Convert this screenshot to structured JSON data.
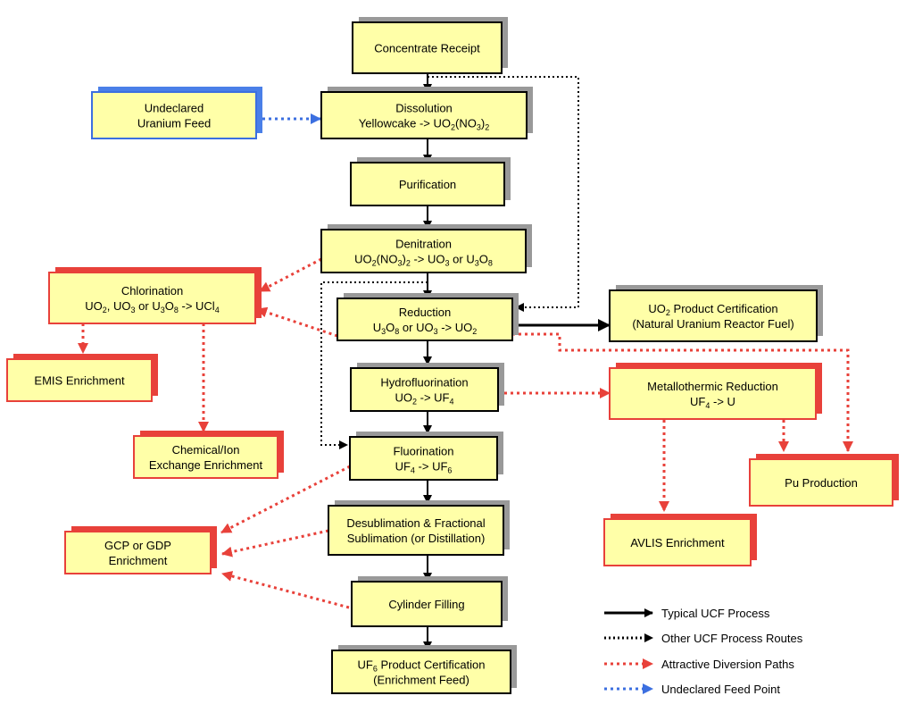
{
  "colors": {
    "box_fill": "#ffffa8",
    "box_border": "#000000",
    "shadow_gray": "#999999",
    "shadow_red": "#e8413a",
    "border_red": "#e8413a",
    "shadow_blue": "#4a7fe8",
    "border_blue": "#3c6fe0",
    "arrow_black": "#000000",
    "arrow_red": "#e8413a",
    "arrow_blue": "#3c6fe0"
  },
  "boxes": {
    "concentrate": {
      "lines": [
        [
          {
            "t": "Concentrate Receipt"
          }
        ]
      ]
    },
    "undeclared": {
      "lines": [
        [
          {
            "t": "Undeclared"
          }
        ],
        [
          {
            "t": "Uranium Feed"
          }
        ]
      ]
    },
    "dissolution": {
      "lines": [
        [
          {
            "t": "Dissolution"
          }
        ],
        [
          {
            "t": "Yellowcake ->  UO"
          },
          {
            "t": "2",
            "sub": true
          },
          {
            "t": "(NO"
          },
          {
            "t": "3",
            "sub": true
          },
          {
            "t": ")"
          },
          {
            "t": "2",
            "sub": true
          }
        ]
      ]
    },
    "purification": {
      "lines": [
        [
          {
            "t": "Purification"
          }
        ]
      ]
    },
    "denitration": {
      "lines": [
        [
          {
            "t": "Denitration"
          }
        ],
        [
          {
            "t": "UO"
          },
          {
            "t": "2",
            "sub": true
          },
          {
            "t": "(NO"
          },
          {
            "t": "3",
            "sub": true
          },
          {
            "t": ")"
          },
          {
            "t": "2",
            "sub": true
          },
          {
            "t": " ->  UO"
          },
          {
            "t": "3",
            "sub": true
          },
          {
            "t": " or U"
          },
          {
            "t": "3",
            "sub": true
          },
          {
            "t": "O"
          },
          {
            "t": "8",
            "sub": true
          }
        ]
      ]
    },
    "chlorination": {
      "lines": [
        [
          {
            "t": "Chlorination"
          }
        ],
        [
          {
            "t": "UO"
          },
          {
            "t": "2",
            "sub": true
          },
          {
            "t": ", UO"
          },
          {
            "t": "3",
            "sub": true
          },
          {
            "t": " or U"
          },
          {
            "t": "3",
            "sub": true
          },
          {
            "t": "O"
          },
          {
            "t": "8",
            "sub": true
          },
          {
            "t": " -> UCl"
          },
          {
            "t": "4",
            "sub": true
          }
        ]
      ]
    },
    "reduction": {
      "lines": [
        [
          {
            "t": "Reduction"
          }
        ],
        [
          {
            "t": "U"
          },
          {
            "t": "3",
            "sub": true
          },
          {
            "t": "O"
          },
          {
            "t": "8",
            "sub": true
          },
          {
            "t": " or UO"
          },
          {
            "t": "3",
            "sub": true
          },
          {
            "t": " -> UO"
          },
          {
            "t": "2",
            "sub": true
          }
        ]
      ]
    },
    "uo2cert": {
      "lines": [
        [
          {
            "t": "UO"
          },
          {
            "t": "2",
            "sub": true
          },
          {
            "t": " Product Certification"
          }
        ],
        [
          {
            "t": "(Natural Uranium Reactor Fuel)"
          }
        ]
      ]
    },
    "emis": {
      "lines": [
        [
          {
            "t": "EMIS Enrichment"
          }
        ]
      ]
    },
    "hydro": {
      "lines": [
        [
          {
            "t": "Hydrofluorination"
          }
        ],
        [
          {
            "t": "UO"
          },
          {
            "t": "2",
            "sub": true
          },
          {
            "t": " -> UF"
          },
          {
            "t": "4",
            "sub": true
          }
        ]
      ]
    },
    "metallo": {
      "lines": [
        [
          {
            "t": "Metallothermic Reduction"
          }
        ],
        [
          {
            "t": "UF"
          },
          {
            "t": "4",
            "sub": true
          },
          {
            "t": " -> U"
          }
        ]
      ]
    },
    "chemion": {
      "lines": [
        [
          {
            "t": "Chemical/Ion"
          }
        ],
        [
          {
            "t": "Exchange Enrichment"
          }
        ]
      ]
    },
    "fluorination": {
      "lines": [
        [
          {
            "t": "Fluorination"
          }
        ],
        [
          {
            "t": "UF"
          },
          {
            "t": "4",
            "sub": true
          },
          {
            "t": " -> UF"
          },
          {
            "t": "6",
            "sub": true
          }
        ]
      ]
    },
    "pu": {
      "lines": [
        [
          {
            "t": "Pu Production"
          }
        ]
      ]
    },
    "desub": {
      "lines": [
        [
          {
            "t": "Desublimation & Fractional"
          }
        ],
        [
          {
            "t": "Sublimation (or Distillation)"
          }
        ]
      ]
    },
    "gcp": {
      "lines": [
        [
          {
            "t": "GCP or GDP"
          }
        ],
        [
          {
            "t": "Enrichment"
          }
        ]
      ]
    },
    "avlis": {
      "lines": [
        [
          {
            "t": "AVLIS Enrichment"
          }
        ]
      ]
    },
    "cylinder": {
      "lines": [
        [
          {
            "t": "Cylinder Filling"
          }
        ]
      ]
    },
    "uf6cert": {
      "lines": [
        [
          {
            "t": "UF"
          },
          {
            "t": "6",
            "sub": true
          },
          {
            "t": " Product Certification"
          }
        ],
        [
          {
            "t": "(Enrichment Feed)"
          }
        ]
      ]
    }
  },
  "legend": [
    {
      "style": "solid-black",
      "label": "Typical UCF Process"
    },
    {
      "style": "dotted-black",
      "label": "Other UCF Process Routes"
    },
    {
      "style": "dotted-red",
      "label": "Attractive Diversion Paths"
    },
    {
      "style": "dotted-blue",
      "label": "Undeclared Feed Point"
    }
  ]
}
